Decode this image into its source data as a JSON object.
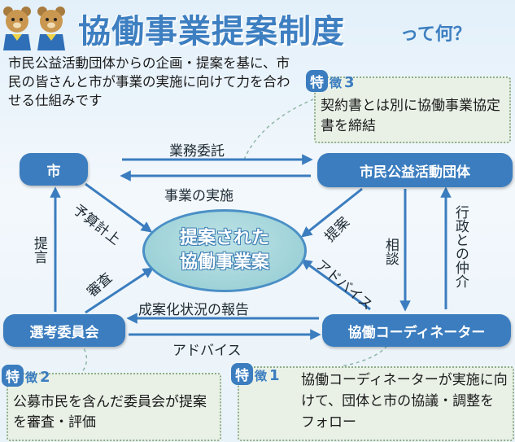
{
  "title": "協働事業提案制度",
  "subtitle": "って何？",
  "intro": "市民公益活動団体からの企画・提案を基に、市民の皆さんと市が事業の実施に向けて力を合わせる仕組みです",
  "nodes": {
    "city": "市",
    "group": "市民公益活動団体",
    "committee": "選考委員会",
    "coordinator": "協働コーディネーター",
    "center_line1": "提案された",
    "center_line2": "協働事業案"
  },
  "arrows": {
    "consignment": "業務委託",
    "implementation": "事業の実施",
    "budget": "予算計上",
    "proposal_to_center": "提案",
    "review": "審査",
    "proposal_committee": "提言",
    "consultation": "相談",
    "mediation": "行政との仲介",
    "advice_center": "アドバイス",
    "report": "成案化状況の報告",
    "advice_committee": "アドバイス"
  },
  "features": [
    {
      "mark": "特",
      "kanji": "徴",
      "num": "3",
      "text": "契約書とは別に協働事業協定書を締結"
    },
    {
      "mark": "特",
      "kanji": "徴",
      "num": "2",
      "text": "公募市民を含んだ委員会が提案を審査・評価"
    },
    {
      "mark": "特",
      "kanji": "徴",
      "num": "1",
      "text": "協働コーディネーターが実施に向けて、団体と市の協議・調整をフォロー"
    }
  ],
  "colors": {
    "accent": "#3b7dbf",
    "center": "#8fcbd2",
    "feature_bg": "#e9f1e7"
  }
}
